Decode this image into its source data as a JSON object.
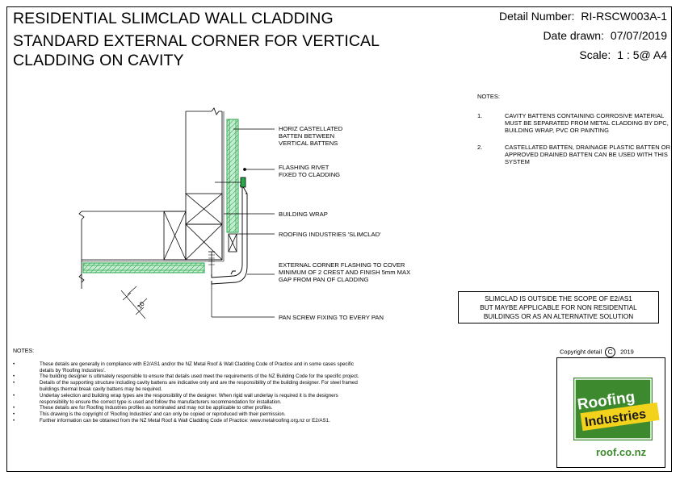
{
  "title": {
    "line1": "RESIDENTIAL SLIMCLAD WALL CLADDING",
    "line2": "STANDARD EXTERNAL CORNER FOR VERTICAL",
    "line3": "CLADDING ON CAVITY"
  },
  "meta": {
    "detail_label": "Detail Number:",
    "detail_value": "RI-RSCW003A-1",
    "date_label": "Date drawn:",
    "date_value": "07/07/2019",
    "scale_label": "Scale:",
    "scale_value": "1 : 5@ A4"
  },
  "notes_top": {
    "heading": "NOTES:",
    "items": [
      {
        "num": "1.",
        "text": "CAVITY BATTENS CONTAINING CORROSIVE MATERIAL MUST BE SEPARATED FROM METAL CLADDING BY DPC, BUILDING WRAP, PVC OR PAINTING"
      },
      {
        "num": "2.",
        "text": "CASTELLATED BATTEN, DRAINAGE PLASTIC BATTEN OR APPROVED DRAINED BATTEN CAN BE USED WITH THIS SYSTEM"
      }
    ]
  },
  "callouts": {
    "horiz_batten": [
      "HORIZ CASTELLATED",
      "BATTEN BETWEEN",
      "VERTICAL BATTENS"
    ],
    "flashing_rivet": [
      "FLASHING RIVET",
      "FIXED TO CLADDING"
    ],
    "building_wrap": "BUILDING WRAP",
    "slimclad": "ROOFING INDUSTRIES 'SLIMCLAD'",
    "corner_flashing": [
      "EXTERNAL CORNER FLASHING TO COVER",
      "MINIMUM OF 2 CREST AND FINISH 5mm MAX",
      "GAP FROM PAN OF CLADDING"
    ],
    "pan_screw": "PAN SCREW FIXING TO EVERY PAN",
    "dimension": "10"
  },
  "scope_box": {
    "line1": "SLIMCLAD IS OUTSIDE THE SCOPE OF E2/AS1",
    "line2": "BUT MAYBE APPLICABLE FOR NON RESIDENTIAL",
    "line3": "BUILDINGS OR AS AN ALTERNATIVE SOLUTION"
  },
  "notes_bottom": {
    "heading": "NOTES:",
    "bullet": "•",
    "items": [
      "These details are generally in compliance with E2/AS1 and/or the NZ Metal Roof & Wall Cladding Code of Practice and in some cases specific details by 'Roofing Industries'.",
      "The building designer is ultimately responsible to ensure that details used meet the requirements of the NZ Building Code for the specific project.",
      "Details of the supporting structure including cavity battens are indicative only and are the responsibility of the building designer. For steel framed buildings thermal break cavity battens may be required.",
      "Underlay selection and building wrap types are the responsibility of the designer. When rigid wall underlay is required it is the designers responsibility to ensure the correct type is used and follow the manufacturers recommendation for installation.",
      "These details are for Roofing Industries profiles as nominated and may not be applicable to other profiles.",
      "This drawing is the copyright of 'Roofing Industries' and can only be copied or reproduced with their permission.",
      "Further information can be obtained from the NZ Metal Roof & Wall Cladding Code of Practice: www.metalroofing.org.nz or E2/AS1."
    ]
  },
  "copyright": {
    "label": "Copyright detail",
    "symbol": "C",
    "year": "2019"
  },
  "logo": {
    "word1": "Roofing",
    "word2": "Industries",
    "url": "roof.co.nz",
    "colors": {
      "green": "#3d8a2e",
      "yellow": "#f2d21b",
      "dark": "#1a1a1a"
    }
  },
  "drawing_colors": {
    "cladding_green": "#27a84a",
    "cladding_fill": "#c7ecd1",
    "line": "#000000"
  }
}
